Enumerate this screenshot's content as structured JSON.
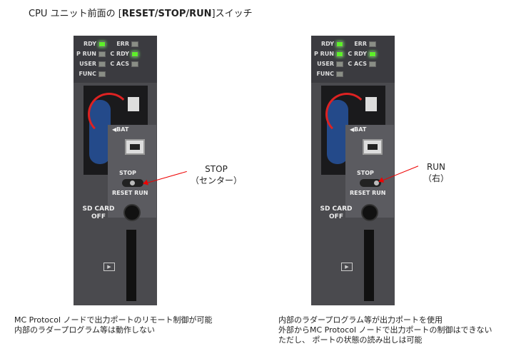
{
  "title": {
    "prefix": "CPU ユニット前面の [",
    "bold": "RESET/STOP/RUN",
    "suffix": "]スイッチ"
  },
  "device": {
    "leds": [
      "RDY",
      "ERR",
      "P RUN",
      "C RDY",
      "USER",
      "C ACS",
      "FUNC"
    ],
    "bat": "◀BAT",
    "stop": "STOP",
    "reset_run": "RESET RUN",
    "sd_card": "SD CARD",
    "off": "OFF"
  },
  "left": {
    "label1": "STOP",
    "label2": "（センター）",
    "caption": [
      "MC Protocol ノードで出力ポートのリモート制御が可能",
      "内部のラダープログラム等は動作しない"
    ]
  },
  "right": {
    "label1": "RUN",
    "label2": "（右）",
    "caption": [
      "内部のラダープログラム等が出力ポートを使用",
      "外部からMC Protocol ノードで出力ポートの制御はできない",
      "ただし、 ポートの状態の読み出しは可能"
    ]
  }
}
